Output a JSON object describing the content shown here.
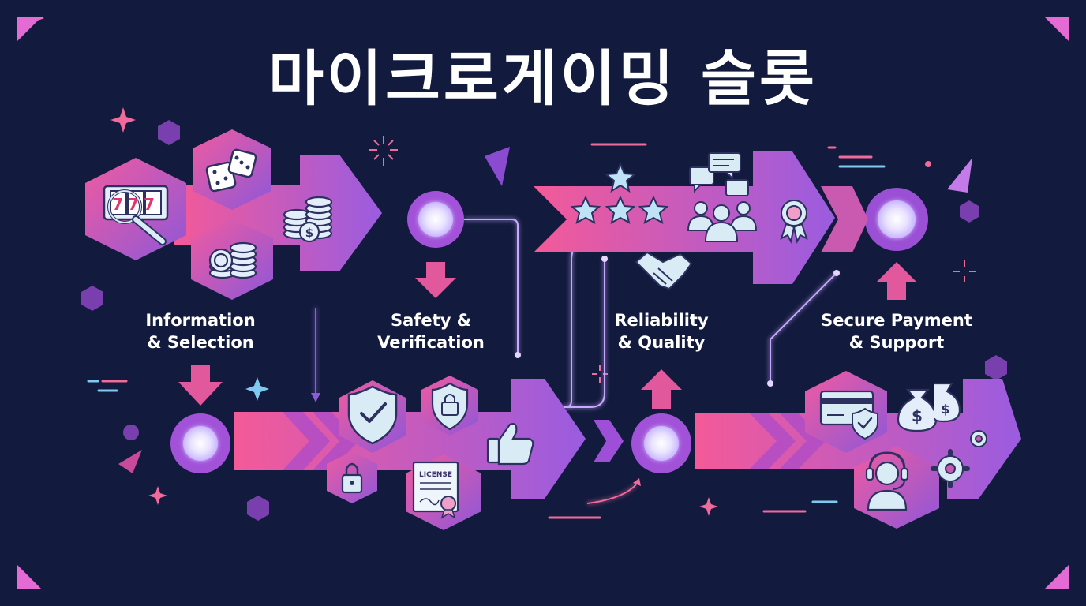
{
  "title": "마이크로게이밍 슬롯",
  "steps": [
    {
      "line1": "Information",
      "line2": "& Selection"
    },
    {
      "line1": "Safety &",
      "line2": "Verification"
    },
    {
      "line1": "Reliability",
      "line2": "& Quality"
    },
    {
      "line1": "Secure Payment",
      "line2": "& Support"
    }
  ],
  "license_label": "LICENSE",
  "slot_digits": "777",
  "colors": {
    "background": "#121a3d",
    "pink": "#f0609a",
    "purple": "#8a5cd6",
    "violet": "#a86ef0",
    "icon_fill": "#d9ecf6",
    "icon_stroke": "#2c3160"
  }
}
